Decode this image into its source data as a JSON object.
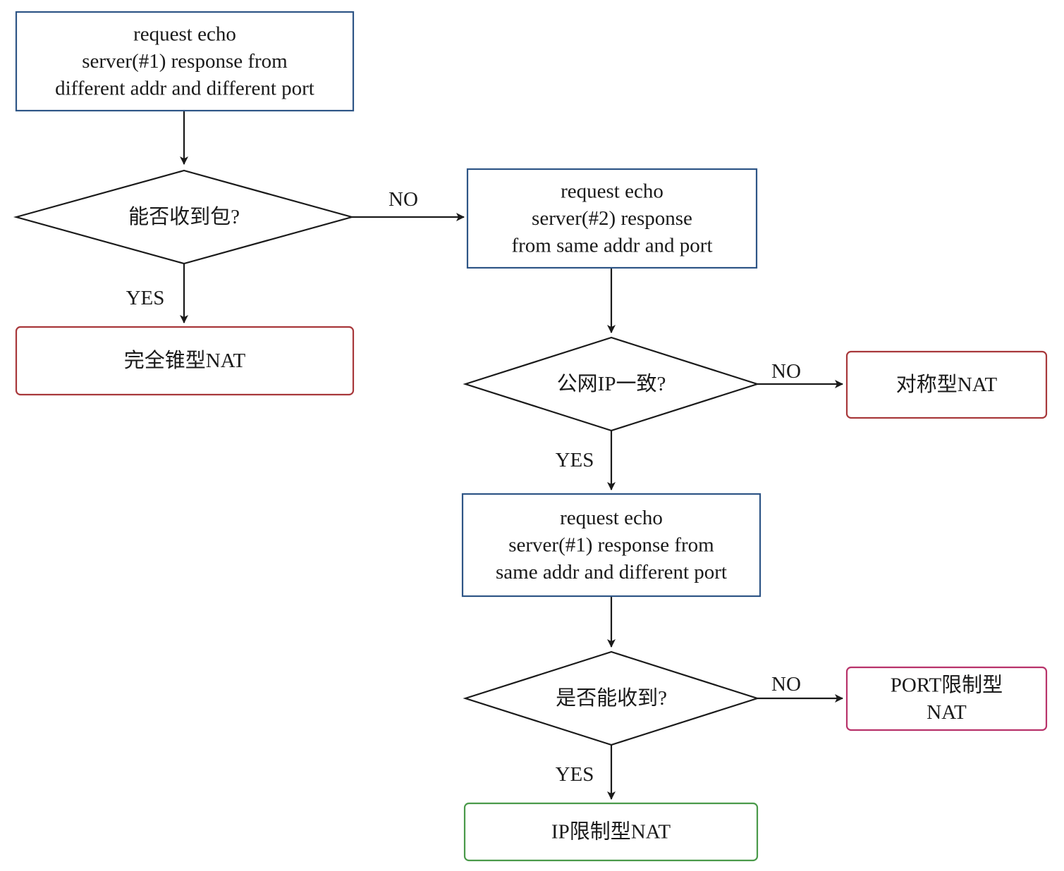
{
  "colors": {
    "process_border": "#2e5586",
    "decision_border": "#1a1a1a",
    "result_red": "#a8383b",
    "result_pink": "#b8336a",
    "result_green": "#4a9a4a",
    "edge": "#1a1a1a"
  },
  "nodes": {
    "request1": {
      "kind": "process",
      "lines": [
        "request echo",
        "server(#1) response from",
        "different addr and different port"
      ]
    },
    "decision1": {
      "kind": "decision",
      "lines": [
        "能否收到包?"
      ]
    },
    "full_cone": {
      "kind": "result",
      "color": "result_red",
      "lines": [
        "完全锥型NAT"
      ]
    },
    "request2": {
      "kind": "process",
      "lines": [
        "request echo",
        "server(#2) response",
        "from same addr and port"
      ]
    },
    "decision2": {
      "kind": "decision",
      "lines": [
        "公网IP一致?"
      ]
    },
    "symmetric": {
      "kind": "result",
      "color": "result_red",
      "lines": [
        "对称型NAT"
      ]
    },
    "request3": {
      "kind": "process",
      "lines": [
        "request echo",
        "server(#1) response from",
        "same addr and different port"
      ]
    },
    "decision3": {
      "kind": "decision",
      "lines": [
        "是否能收到?"
      ]
    },
    "port_restricted": {
      "kind": "result",
      "color": "result_pink",
      "lines": [
        "PORT限制型",
        "NAT"
      ]
    },
    "ip_restricted": {
      "kind": "result",
      "color": "result_green",
      "lines": [
        "IP限制型NAT"
      ]
    }
  },
  "edges": [
    {
      "from": "request1",
      "to": "decision1",
      "label": ""
    },
    {
      "from": "decision1",
      "to": "full_cone",
      "label": "YES"
    },
    {
      "from": "decision1",
      "to": "request2",
      "label": "NO"
    },
    {
      "from": "request2",
      "to": "decision2",
      "label": ""
    },
    {
      "from": "decision2",
      "to": "symmetric",
      "label": "NO"
    },
    {
      "from": "decision2",
      "to": "request3",
      "label": "YES"
    },
    {
      "from": "request3",
      "to": "decision3",
      "label": ""
    },
    {
      "from": "decision3",
      "to": "port_restricted",
      "label": "NO"
    },
    {
      "from": "decision3",
      "to": "ip_restricted",
      "label": "YES"
    }
  ]
}
